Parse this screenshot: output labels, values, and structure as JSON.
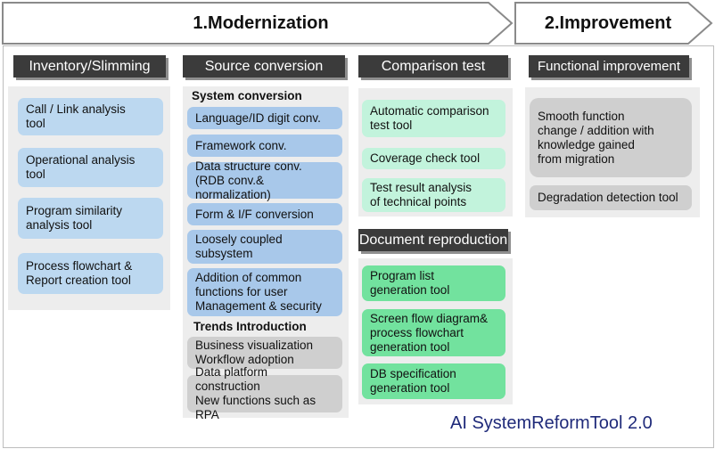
{
  "phases": {
    "modernization": "1.Modernization",
    "improvement": "2.Improvement"
  },
  "columns": {
    "inventory": {
      "header": "Inventory/Slimming",
      "items": [
        "Call / Link analysis\ntool",
        "Operational analysis\ntool",
        "Program similarity\nanalysis tool",
        "Process flowchart &\nReport creation tool"
      ]
    },
    "source": {
      "header": "Source conversion",
      "system_title": "System conversion",
      "system_items": [
        "Language/ID digit conv.",
        "Framework conv.",
        "Data structure conv.\n(RDB conv.& normalization)",
        "Form & I/F conversion",
        "Loosely coupled\nsubsystem",
        "Addition of common\nfunctions for user\nManagement & security"
      ],
      "trends_title": "Trends Introduction",
      "trends_items": [
        "Business visualization\nWorkflow adoption",
        "Data platform construction\nNew functions such as RPA"
      ]
    },
    "comparison": {
      "header": "Comparison test",
      "items": [
        "Automatic comparison\ntest tool",
        "Coverage check tool",
        "Test result analysis\nof technical points"
      ]
    },
    "document": {
      "header": "Document reproduction",
      "items": [
        "Program list\ngeneration tool",
        "Screen flow diagram&\nprocess flowchart\ngeneration tool",
        "DB specification\ngeneration tool"
      ]
    },
    "functional": {
      "header": "Functional improvement",
      "items": [
        "Smooth function\nchange / addition with\nknowledge gained\nfrom migration",
        "Degradation detection tool"
      ]
    }
  },
  "brand": "AI SystemReformTool 2.0"
}
